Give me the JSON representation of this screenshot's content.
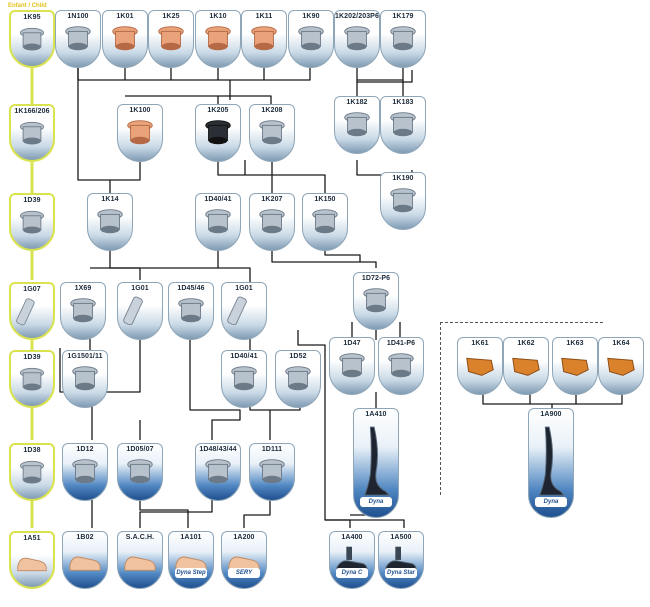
{
  "label_top_left": "Enfant / Child",
  "logos": {
    "dyna_step": "Dyna Step",
    "sery": "SERY",
    "dyna_c": "Dyna C",
    "dyna_star": "Dyna Star",
    "dyna_ab": "Dyna"
  },
  "nodes": {
    "1K95": "1K95",
    "1N100": "1N100",
    "1K01": "1K01",
    "1K25": "1K25",
    "1K10": "1K10",
    "1K11": "1K11",
    "1K90": "1K90",
    "1K202_203P6": "1K202/203P6",
    "1K179": "1K179",
    "1K166_206": "1K166/206",
    "1K100": "1K100",
    "1K205": "1K205",
    "1K208": "1K208",
    "1K182": "1K182",
    "1K183": "1K183",
    "1K190": "1K190",
    "1D39_a": "1D39",
    "1K14": "1K14",
    "1D40_41_a": "1D40/41",
    "1K207": "1K207",
    "1K150": "1K150",
    "1G07": "1G07",
    "1X69": "1X69",
    "1G01_a": "1G01",
    "1D45_46": "1D45/46",
    "1G01_b": "1G01",
    "1D72_P6": "1D72-P6",
    "1D39_b": "1D39",
    "1G1501_11": "1G1501/11",
    "1D40_41_b": "1D40/41",
    "1D52": "1D52",
    "1D47": "1D47",
    "1D41_P6": "1D41-P6",
    "1A410": "1A410",
    "1D38": "1D38",
    "1D12": "1D12",
    "1D05_07": "1D05/07",
    "1D48_43_44": "1D48/43/44",
    "1D111": "1D111",
    "1A51": "1A51",
    "1B02": "1B02",
    "SACH": "S.A.C.H.",
    "1A101": "1A101",
    "1A200": "1A200",
    "1A400": "1A400",
    "1A500": "1A500",
    "1K61": "1K61",
    "1K62": "1K62",
    "1K63": "1K63",
    "1K64": "1K64",
    "1A900": "1A900"
  }
}
